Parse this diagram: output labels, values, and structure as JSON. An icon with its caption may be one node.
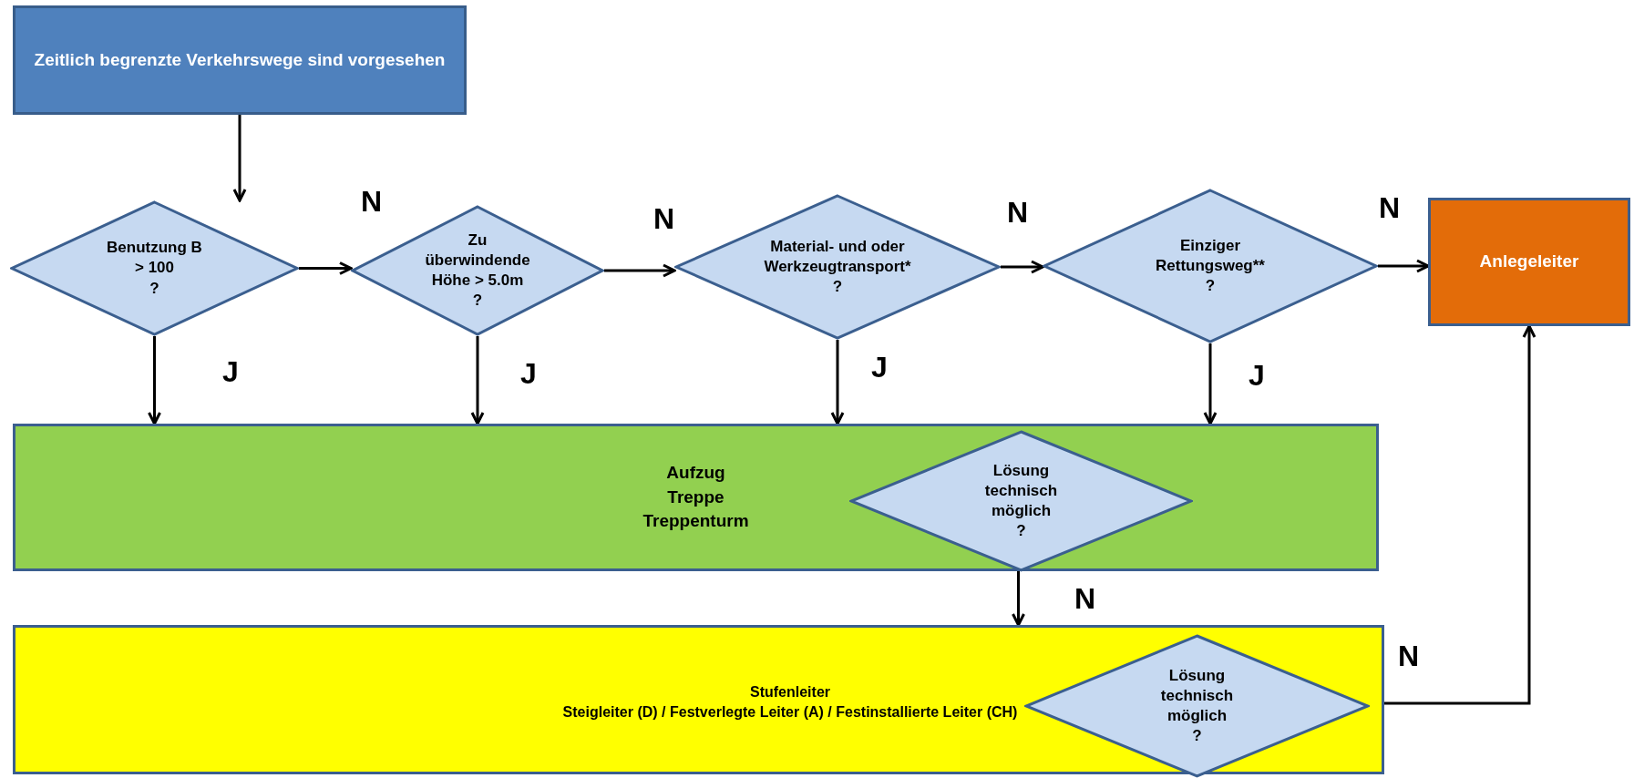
{
  "diagram": {
    "nodes": [
      {
        "text": [
          "Zeitlich begrenzte Verkehrswege sind vorgesehen"
        ]
      },
      {
        "text": [
          "Benutzung B > 100",
          "?"
        ]
      },
      {
        "text": [
          "Zu überwindende Höhe > 5.0m",
          "?"
        ]
      },
      {
        "text": [
          "Material- und oder Werkzeugtransport*",
          "?"
        ]
      },
      {
        "text": [
          "Einziger Rettungsweg**",
          "?"
        ]
      },
      {
        "text": [
          "Anlegeleiter"
        ]
      },
      {
        "text": [
          "Aufzug Treppe Treppenturm"
        ]
      },
      {
        "text": [
          "Lösung technisch möglich",
          "?"
        ],
        "in": 6
      },
      {
        "text": [
          "Stufenleiter",
          "Steigleiter (D) / Festverlegte Leiter (A) / Festinstallierte Leiter (CH)"
        ]
      },
      {
        "text": [
          "Lösung technisch möglich",
          "?"
        ],
        "in": 8
      }
    ],
    "edges": [
      {
        "from": 0,
        "to": 1,
        "arrow": "to"
      },
      {
        "from": 1,
        "to": 2,
        "arrow": "to",
        "label": "N"
      },
      {
        "from": 2,
        "to": 3,
        "arrow": "to",
        "label": "N"
      },
      {
        "from": 3,
        "to": 4,
        "arrow": "to",
        "label": "N"
      },
      {
        "from": 4,
        "to": 5,
        "arrow": "to",
        "label": "N"
      },
      {
        "from": 1,
        "to": 6,
        "arrow": "to",
        "label": "J"
      },
      {
        "from": 2,
        "to": 6,
        "arrow": "to",
        "label": "J"
      },
      {
        "from": 3,
        "to": 6,
        "arrow": "to",
        "label": "J"
      },
      {
        "from": 4,
        "to": 6,
        "arrow": "to",
        "label": "J"
      },
      {
        "from": 7,
        "to": 8,
        "arrow": "to",
        "label": "N"
      },
      {
        "from": 9,
        "to": 5,
        "arrow": "to",
        "label": "N"
      }
    ]
  }
}
